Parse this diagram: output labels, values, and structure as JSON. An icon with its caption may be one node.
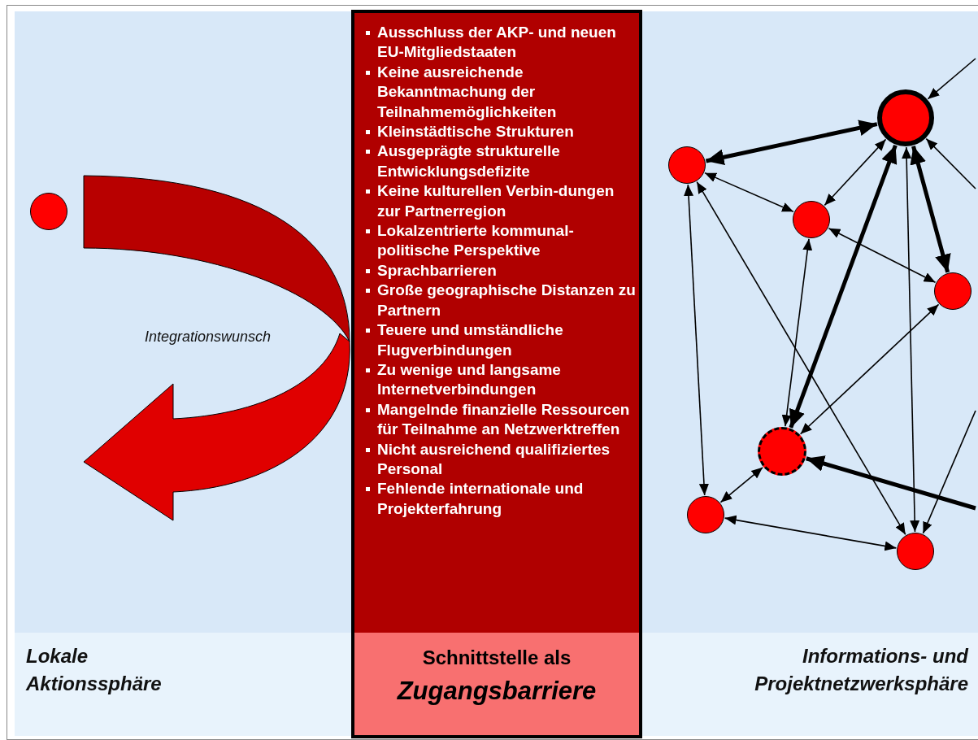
{
  "diagram": {
    "nodes": [
      {
        "text": [
          "Ausschluss der AKP- und neuen EU-Mitgliedstaaten",
          "Keine ausreichende Bekanntmachung der Teilnahmemöglichkeiten",
          "Kleinstädtische Strukturen",
          "Ausgeprägte strukturelle Entwicklungsdefizite",
          "Keine kulturellen Verbin-dungen zur Partnerregion",
          "Lokalzentrierte kommunal-politische Perspektive",
          "Sprachbarrieren",
          "Große geographische Distanzen zu Partnern",
          "Teuere und umständliche Flugverbindungen",
          "Zu wenige und langsame Internetverbindungen",
          "Mangelnde finanzielle Ressourcen für Teilnahme an Netzwerktreffen",
          "Nicht ausreichend qualifiziertes Personal",
          "Fehlende internationale und Projekterfahrung"
        ]
      },
      {
        "text": [
          "Schnittstelle als",
          "Zugangsbarriere"
        ]
      },
      {
        "text": [],
        "shape": "circle"
      },
      {
        "text": [],
        "shape": "circle"
      },
      {
        "text": [],
        "shape": "circle"
      },
      {
        "text": [],
        "shape": "circle"
      },
      {
        "text": [],
        "shape": "circle"
      },
      {
        "text": [],
        "shape": "circle"
      },
      {
        "text": [],
        "shape": "circle"
      },
      {
        "text": [],
        "shape": "circle"
      }
    ],
    "edges": [
      {
        "from": null,
        "to": 3,
        "arrow": "to"
      },
      {
        "from": 4,
        "to": 3,
        "arrow": "both",
        "style": "thick"
      },
      {
        "from": null,
        "to": 3,
        "arrow": "to"
      },
      {
        "from": 4,
        "to": 5,
        "arrow": "both"
      },
      {
        "from": 3,
        "to": 5,
        "arrow": "both"
      },
      {
        "from": 7,
        "to": 3,
        "arrow": "both",
        "style": "thick"
      },
      {
        "from": 9,
        "to": 3,
        "arrow": "both"
      },
      {
        "from": 3,
        "to": 6,
        "arrow": "both",
        "style": "thick"
      },
      {
        "from": 8,
        "to": 4,
        "arrow": "both"
      },
      {
        "from": 4,
        "to": 9,
        "arrow": "both"
      },
      {
        "from": 7,
        "to": 5,
        "arrow": "both"
      },
      {
        "from": 5,
        "to": 6,
        "arrow": "both"
      },
      {
        "from": 7,
        "to": 6,
        "arrow": "both"
      },
      {
        "from": null,
        "to": 7,
        "arrow": "to",
        "style": "thick"
      },
      {
        "from": 7,
        "to": 8,
        "arrow": "both"
      },
      {
        "from": 8,
        "to": 9,
        "arrow": "both"
      },
      {
        "from": null,
        "to": 9,
        "arrow": "to"
      }
    ],
    "labels": [
      "Integrationswunsch",
      "Lokale Aktionssphäre",
      "Informations- und Projektnetzwerksphäre"
    ]
  }
}
